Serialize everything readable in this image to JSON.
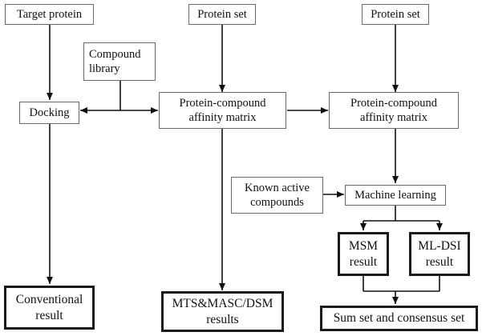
{
  "nodes": {
    "target_protein": "Target protein",
    "protein_set_1": "Protein set",
    "protein_set_2": "Protein set",
    "compound_library": "Compound\nlibrary",
    "docking": "Docking",
    "affinity_matrix_1": "Protein-compound\naffinity matrix",
    "affinity_matrix_2": "Protein-compound\naffinity matrix",
    "known_active": "Known active\ncompounds",
    "machine_learning": "Machine learning",
    "msm_result": "MSM\nresult",
    "ml_dsi_result": "ML-DSI\nresult",
    "conventional_result": "Conventional\nresult",
    "mts_results": "MTS&MASC/DSM\nresults",
    "sum_consensus": "Sum set and consensus set"
  }
}
